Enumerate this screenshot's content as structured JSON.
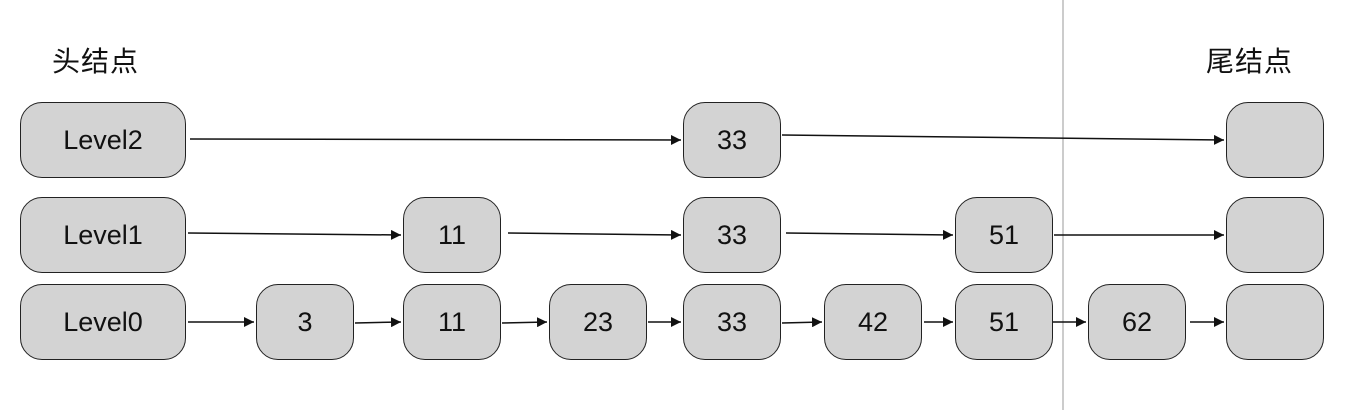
{
  "labels": {
    "head": "头结点",
    "tail": "尾结点"
  },
  "levels": [
    {
      "name": "Level2",
      "nodes": [
        "33"
      ]
    },
    {
      "name": "Level1",
      "nodes": [
        "11",
        "33",
        "51"
      ]
    },
    {
      "name": "Level0",
      "nodes": [
        "3",
        "11",
        "23",
        "33",
        "42",
        "51",
        "62"
      ]
    }
  ],
  "colors": {
    "node_fill": "#d3d3d3",
    "stroke": "#222222",
    "divider": "#bbbbbb"
  }
}
